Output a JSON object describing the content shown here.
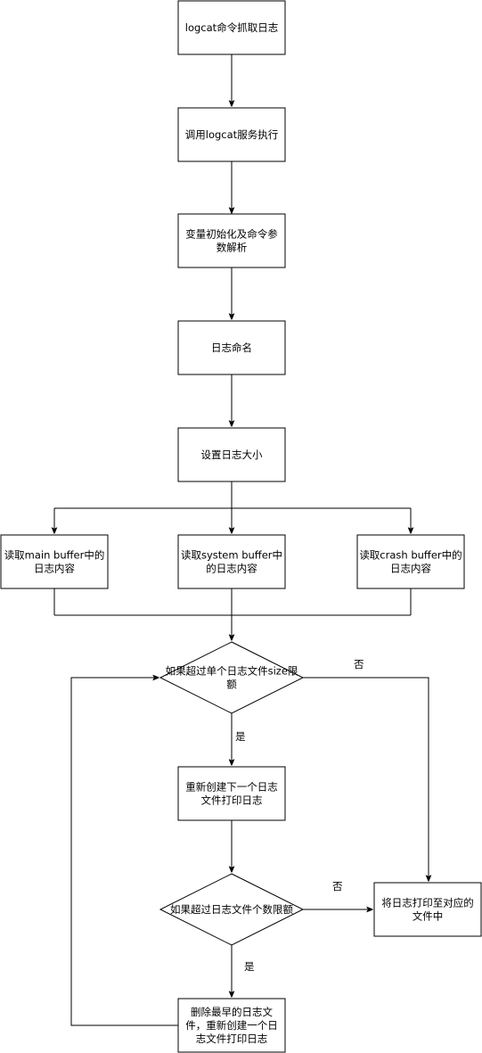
{
  "nodes": {
    "logcat_capture": {
      "lines": [
        "logcat命令抓取日志"
      ]
    },
    "call_logcat_service": {
      "lines": [
        "调用logcat服务执行"
      ]
    },
    "init_parse": {
      "lines": [
        "变量初始化及命令参",
        "数解析"
      ]
    },
    "log_naming": {
      "lines": [
        "日志命名"
      ]
    },
    "set_log_size": {
      "lines": [
        "设置日志大小"
      ]
    },
    "read_main": {
      "lines": [
        "读取main buffer中的",
        "日志内容"
      ]
    },
    "read_system": {
      "lines": [
        "读取system buffer中",
        "的日志内容"
      ]
    },
    "read_crash": {
      "lines": [
        "读取crash buffer中的",
        "日志内容"
      ]
    },
    "check_size_limit": {
      "lines": [
        "如果超过单个日志文件size限",
        "额"
      ]
    },
    "create_next_file": {
      "lines": [
        "重新创建下一个日志",
        "文件打印日志"
      ]
    },
    "check_count_limit": {
      "lines": [
        "如果超过日志文件个数限额"
      ]
    },
    "print_to_file": {
      "lines": [
        "将日志打印至对应的",
        "文件中"
      ]
    },
    "delete_oldest": {
      "lines": [
        "删除最早的日志文",
        "件，重新创建一个日",
        "志文件打印日志"
      ]
    }
  },
  "edge_labels": {
    "size_no": "否",
    "size_yes": "是",
    "count_no": "否",
    "count_yes": "是"
  }
}
